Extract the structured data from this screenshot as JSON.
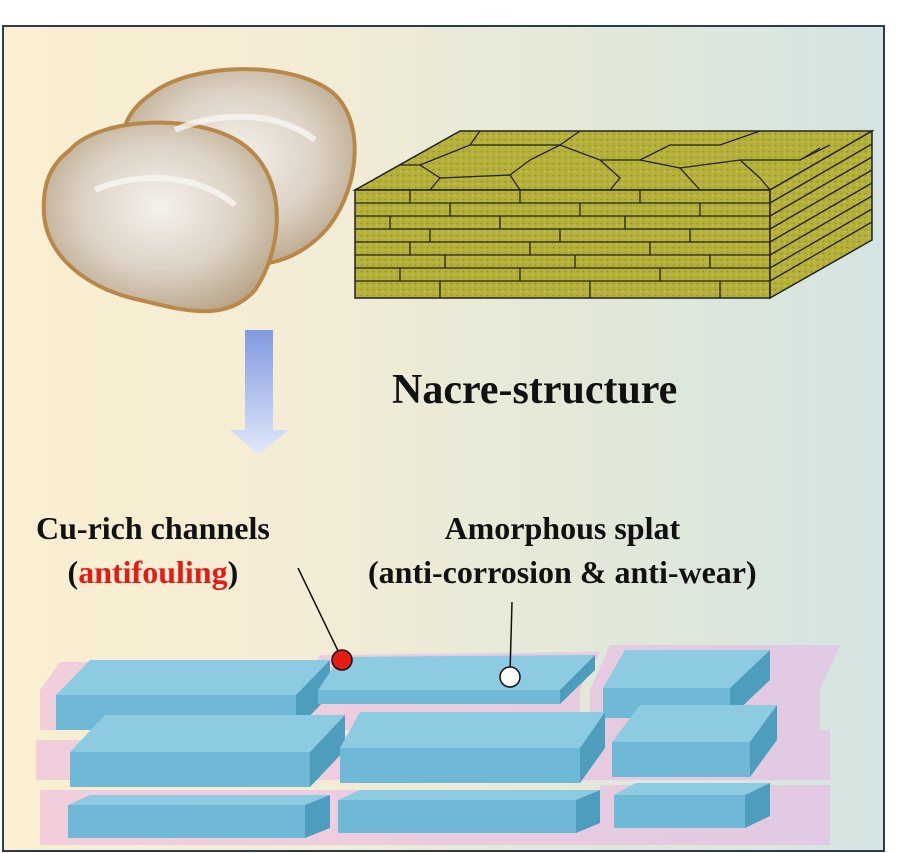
{
  "figure": {
    "title": "Nacre-structure",
    "cu_label": {
      "line1": "Cu-rich channels",
      "open": "(",
      "highlight": "antifouling",
      "close": ")"
    },
    "splat_label": {
      "line1": "Amorphous splat",
      "line2": "(anti-corrosion & anti-wear)"
    },
    "colors": {
      "border": "#2b3a55",
      "tile": "#6fb9d6",
      "tile_top": "#8ccbe2",
      "tile_side": "#4d9dbd",
      "pink_glow": "#e9b7e4",
      "nacre": "#b8b43c",
      "arrow": "#8ea3e6",
      "red_marker": "#e51c14",
      "highlight_text": "#e51c14"
    },
    "icons": [
      "shell-icon",
      "down-arrow-icon",
      "red-dot-marker",
      "white-dot-marker"
    ]
  }
}
